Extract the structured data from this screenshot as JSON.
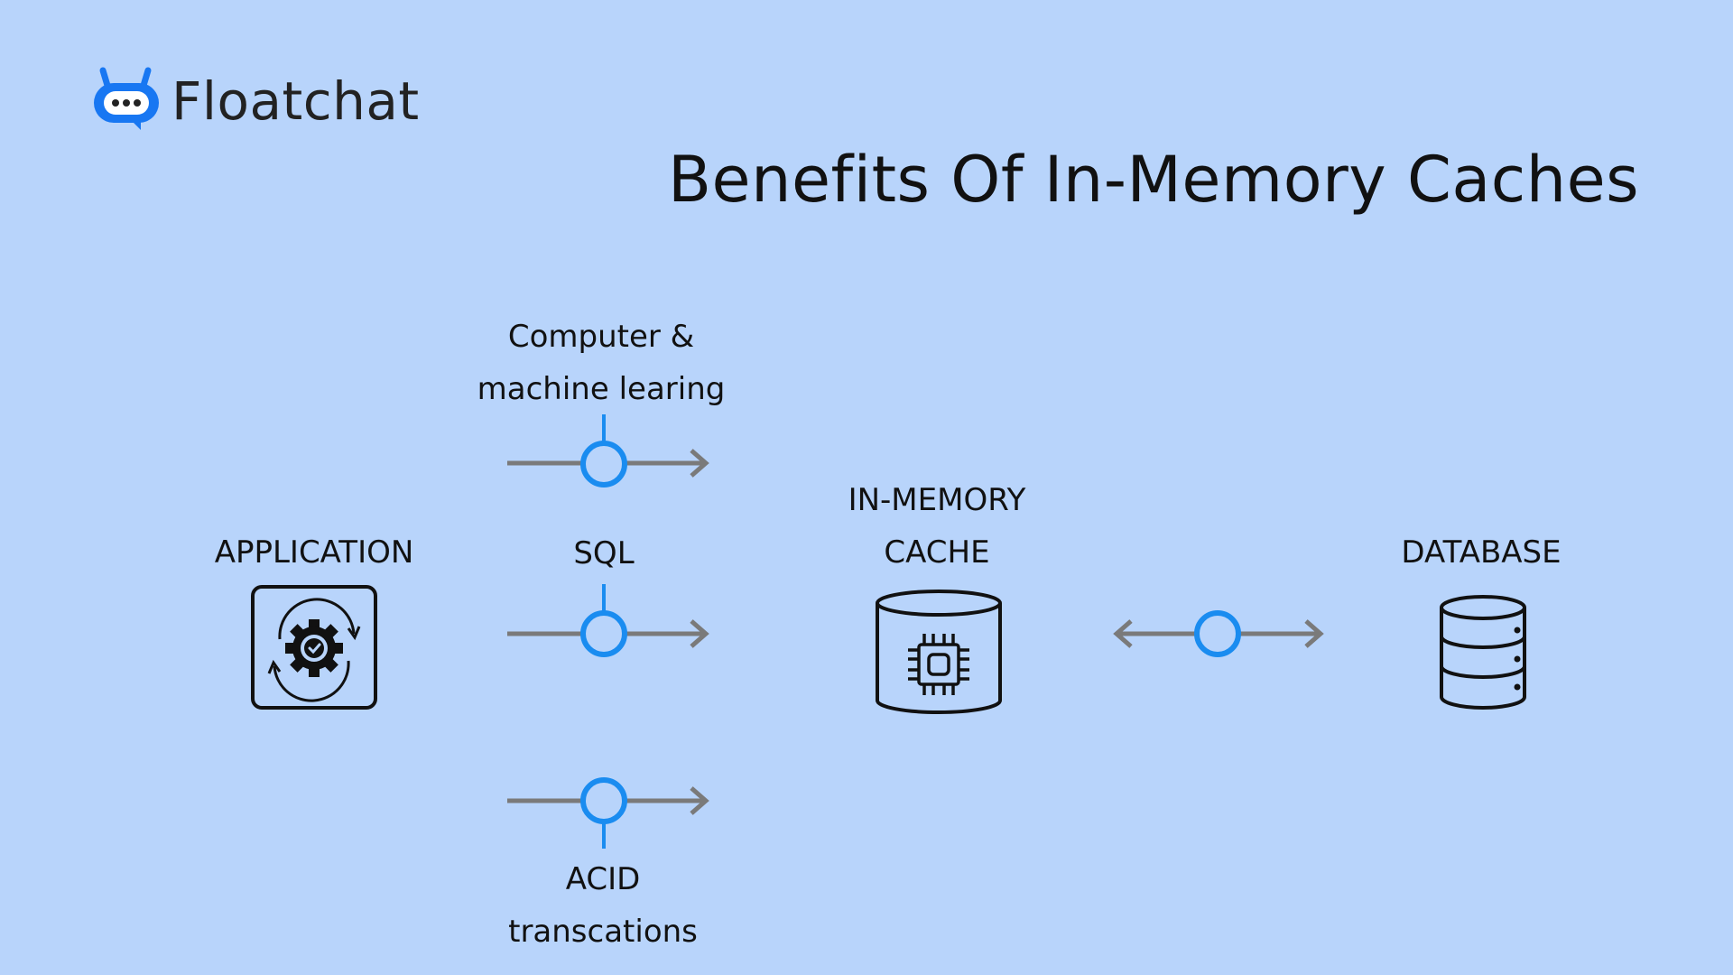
{
  "brand": {
    "name": "Floatchat",
    "icon": "chat-bot-icon",
    "color": "#1877f2"
  },
  "title": "Benefits Of In-Memory Caches",
  "colors": {
    "background": "#b8d4fb",
    "arrow": "#7a7a7a",
    "node": "#1a8cf0",
    "text": "#111111"
  },
  "nodes": {
    "application": {
      "label": "APPLICATION",
      "icon": "gear-sync-icon"
    },
    "cache": {
      "label_line1": "IN-MEMORY",
      "label_line2": "CACHE",
      "icon": "cache-chip-cylinder-icon"
    },
    "database": {
      "label": "DATABASE",
      "icon": "database-icon"
    }
  },
  "benefits": [
    {
      "line1": "Computer &",
      "line2": "machine learing"
    },
    {
      "line1": "SQL"
    },
    {
      "line1": "ACID",
      "line2": "transcations"
    }
  ]
}
